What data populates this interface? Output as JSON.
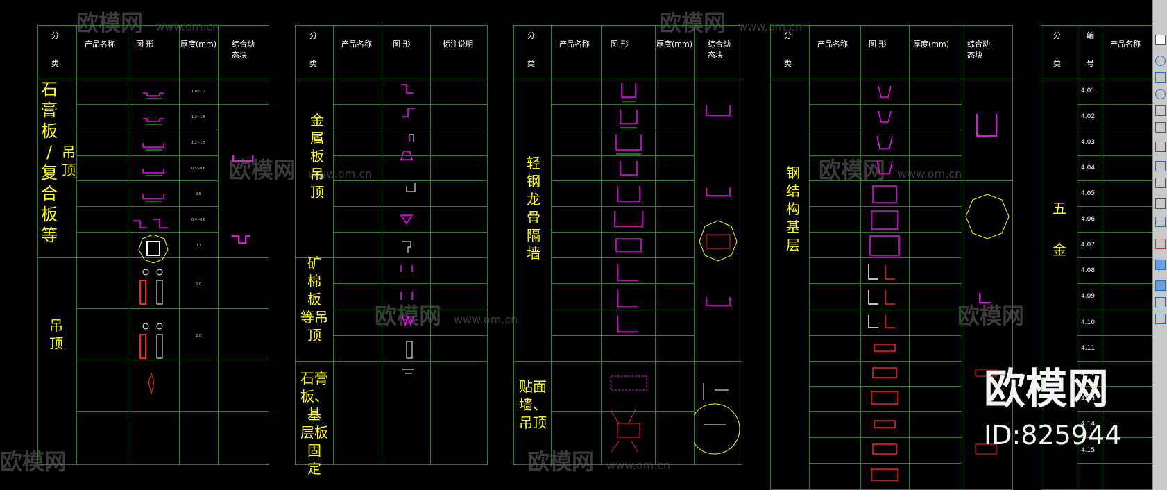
{
  "watermark": {
    "brand": "欧模网",
    "site": "www.om.cn",
    "id_label": "ID:825944"
  },
  "colors": {
    "grid": "#2f7a2f",
    "category": "#ffff00",
    "symbol": "#ff00ff",
    "accent": "#ff2020",
    "dim": "#00ff00"
  },
  "table1": {
    "headers": [
      "分",
      "类",
      "产品名称",
      "图  形",
      "厚度(mm)",
      "综合动",
      "态块"
    ],
    "cat_a": [
      "石",
      "膏",
      "板",
      "/",
      "复",
      "合",
      "板",
      "等"
    ],
    "cat_a2": [
      "吊",
      "顶"
    ],
    "cat_b": [
      "吊",
      "顶"
    ],
    "thickness": [
      "1.0~1.2",
      "1.2~1.5",
      "1.2~1.5",
      "0.5~0.6",
      "0.5",
      "0.4~0.6",
      "0.7",
      "2.0",
      "2.0"
    ]
  },
  "table2": {
    "headers": [
      "分",
      "类",
      "产品名称",
      "图  形",
      "标注说明"
    ],
    "cat_a": [
      "金",
      "属",
      "板",
      "吊",
      "顶"
    ],
    "cat_b": [
      "矿",
      "棉",
      "板",
      "等吊",
      "顶"
    ],
    "cat_c": [
      "石膏",
      "板、基",
      "层板固",
      "定"
    ]
  },
  "table3": {
    "headers": [
      "分",
      "类",
      "产品名称",
      "图  形",
      "厚度(mm)",
      "综合动",
      "态块"
    ],
    "cat_a": [
      "轻",
      "钢",
      "龙",
      "骨",
      "隔",
      "墙"
    ],
    "cat_b": [
      "贴面",
      "墙、",
      "吊顶"
    ]
  },
  "table4": {
    "headers": [
      "分",
      "类",
      "产品名称",
      "图  形",
      "厚度(mm)",
      "综合动",
      "态块"
    ],
    "cat_a": [
      "钢",
      "结",
      "构",
      "基",
      "层"
    ]
  },
  "table5": {
    "headers": [
      "分",
      "类",
      "编",
      "号",
      "产品名称"
    ],
    "cat_a": [
      "五",
      "金"
    ],
    "codes": [
      "4.01",
      "4.02",
      "4.03",
      "4.04",
      "4.05",
      "4.06",
      "4.07",
      "4.08",
      "4.09",
      "4.10",
      "4.11",
      "4.12",
      "4.13",
      "4.14",
      "4.15"
    ]
  }
}
